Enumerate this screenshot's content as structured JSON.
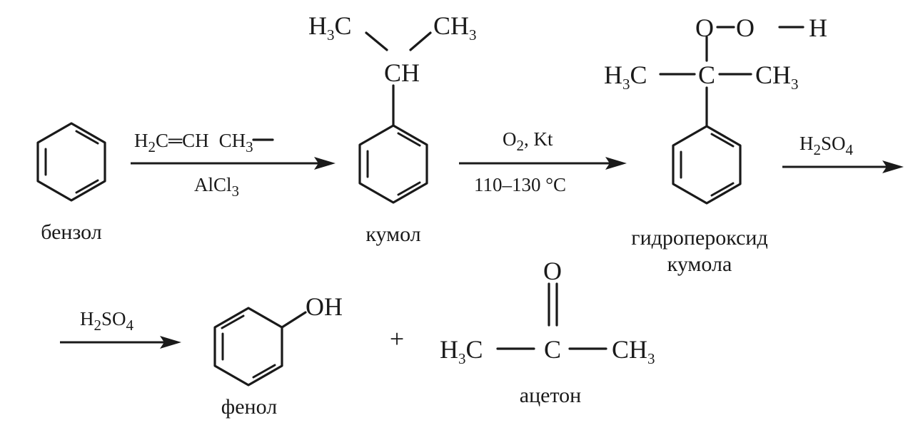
{
  "compounds": {
    "benzene": "бензол",
    "cumene": "кумол",
    "hydroperoxide_line1": "гидропероксид",
    "hydroperoxide_line2": "кумола",
    "phenol": "фенол",
    "acetone": "ацетон"
  },
  "reagents": {
    "propene_h": "H",
    "propene_sub2": "2",
    "propene_c_ch": "C═CH",
    "propene_ch": "CH",
    "propene_sub3": "3",
    "alcl": "AlCl",
    "alcl_sub": "3",
    "oxygen": "O",
    "oxygen_sub": "2",
    "catalyst": ", Kt",
    "temperature": "110–130 °C",
    "acid_h": "H",
    "acid_sub2": "2",
    "acid_so": "SO",
    "acid_sub4": "4"
  },
  "atoms": {
    "h": "H",
    "c": "C",
    "ch": "CH",
    "ch3": "CH",
    "sub3": "3",
    "o": "O",
    "oh": "OH",
    "plus": "+"
  }
}
